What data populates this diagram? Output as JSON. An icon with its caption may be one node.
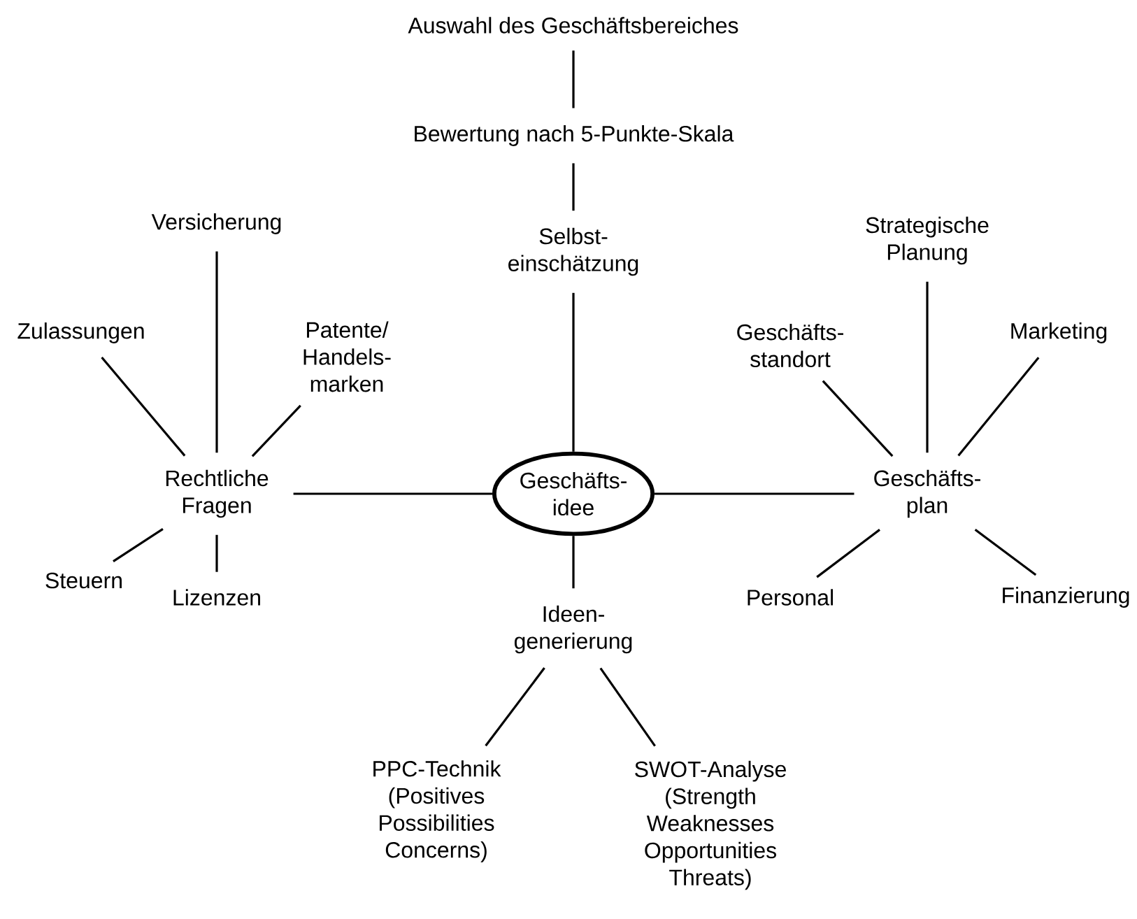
{
  "diagram": {
    "nodes": [
      {
        "text": [
          "Auswahl des Geschäftsbereiches"
        ]
      },
      {
        "text": [
          "Bewertung nach 5-Punkte-Skala"
        ]
      },
      {
        "text": [
          "Selbst- einschätzung"
        ]
      },
      {
        "text": [
          "Geschäfts- idee"
        ]
      },
      {
        "text": [
          "Rechtliche Fragen"
        ]
      },
      {
        "text": [
          "Versicherung"
        ]
      },
      {
        "text": [
          "Zulassungen"
        ]
      },
      {
        "text": [
          "Patente/ Handels- marken"
        ]
      },
      {
        "text": [
          "Steuern"
        ]
      },
      {
        "text": [
          "Lizenzen"
        ]
      },
      {
        "text": [
          "Geschäfts- plan"
        ]
      },
      {
        "text": [
          "Strategische Planung"
        ]
      },
      {
        "text": [
          "Geschäfts- standort"
        ]
      },
      {
        "text": [
          "Marketing"
        ]
      },
      {
        "text": [
          "Personal"
        ]
      },
      {
        "text": [
          "Finanzierung"
        ]
      },
      {
        "text": [
          "Ideen- generierung"
        ]
      },
      {
        "text": [
          "PPC-Technik (Positives Possibilities Concerns)"
        ]
      },
      {
        "text": [
          "SWOT-Analyse (Strength Weaknesses Opportunities Threats)"
        ]
      }
    ],
    "edges": [
      {
        "from": 0,
        "to": 1,
        "arrow": "none"
      },
      {
        "from": 1,
        "to": 2,
        "arrow": "none"
      },
      {
        "from": 2,
        "to": 3,
        "arrow": "none"
      },
      {
        "from": 4,
        "to": 3,
        "arrow": "none"
      },
      {
        "from": 3,
        "to": 10,
        "arrow": "none"
      },
      {
        "from": 3,
        "to": 16,
        "arrow": "none"
      },
      {
        "from": 5,
        "to": 4,
        "arrow": "none"
      },
      {
        "from": 6,
        "to": 4,
        "arrow": "none"
      },
      {
        "from": 7,
        "to": 4,
        "arrow": "none"
      },
      {
        "from": 4,
        "to": 8,
        "arrow": "none"
      },
      {
        "from": 4,
        "to": 9,
        "arrow": "none"
      },
      {
        "from": 11,
        "to": 10,
        "arrow": "none"
      },
      {
        "from": 12,
        "to": 10,
        "arrow": "none"
      },
      {
        "from": 13,
        "to": 10,
        "arrow": "none"
      },
      {
        "from": 10,
        "to": 14,
        "arrow": "none"
      },
      {
        "from": 10,
        "to": 15,
        "arrow": "none"
      },
      {
        "from": 16,
        "to": 17,
        "arrow": "none"
      },
      {
        "from": 16,
        "to": 18,
        "arrow": "none"
      }
    ]
  }
}
